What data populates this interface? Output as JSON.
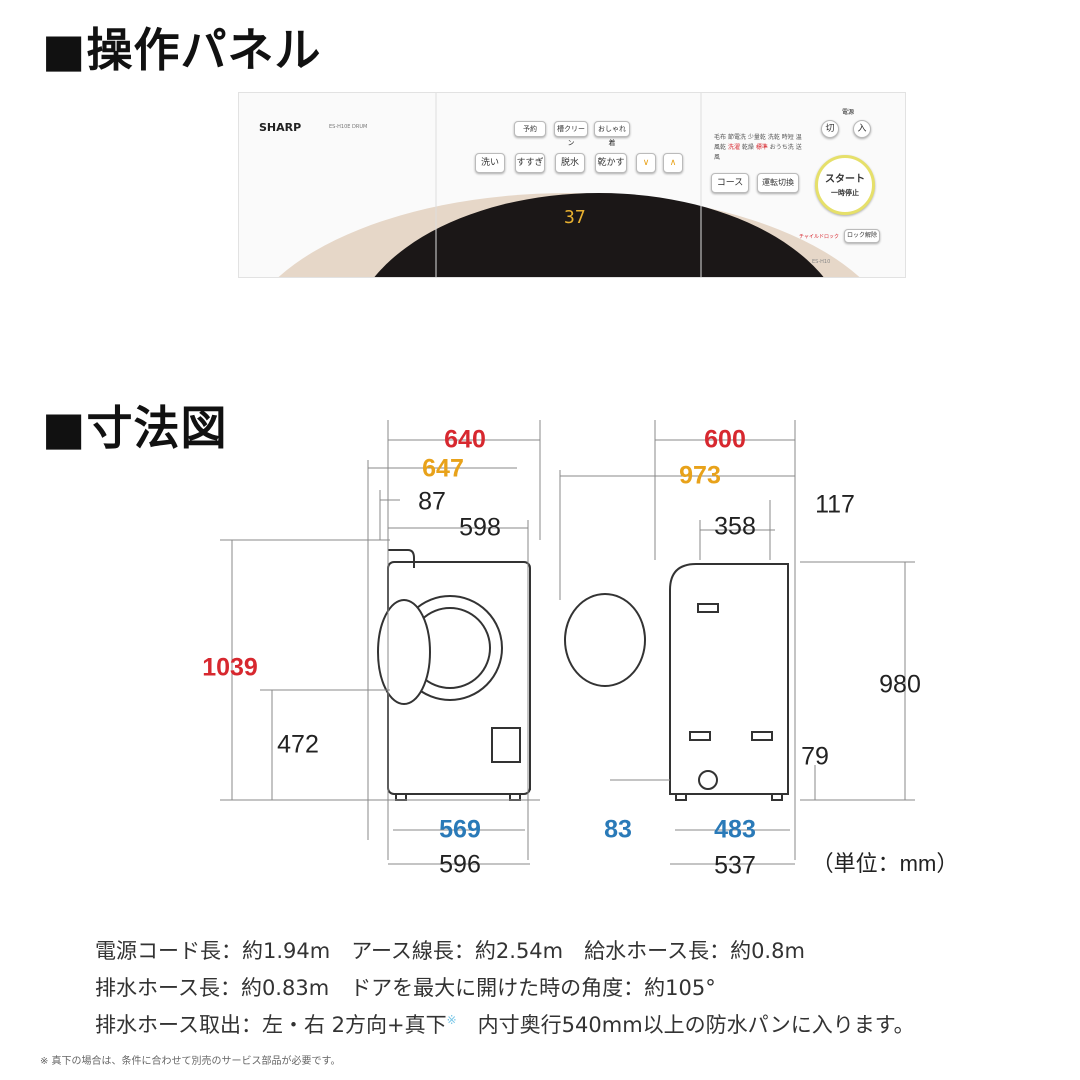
{
  "sections": {
    "panel_title": "■操作パネル",
    "dims_title": "■寸法図"
  },
  "panel": {
    "brand": "SHARP",
    "model": "ES-H10E DRUM",
    "top_buttons": [
      "予約",
      "槽クリーン",
      "おしゃれ着"
    ],
    "process_buttons": [
      "洗い",
      "すすぎ",
      "脱水",
      "乾かす"
    ],
    "arrows": [
      "∨",
      "∧"
    ],
    "display": "37",
    "course_labels": [
      "毛布",
      "節電洗",
      "少量乾",
      "洗乾",
      "時短",
      "温風乾",
      "洗濯",
      "乾燥",
      "標準",
      "おうち洗",
      "送風"
    ],
    "course_button": "コース",
    "mode_button": "運転切換",
    "power_label": "電源",
    "off": "切",
    "on": "入",
    "start": "スタート",
    "pause": "一時停止",
    "child_lock": "チャイルドロック",
    "lock_button": "ロック解除",
    "model_small": "ES-H10"
  },
  "dimensions": {
    "front": {
      "width_top": "640",
      "width_max": "647",
      "offset": "87",
      "body_top": "598",
      "height_total": "1039",
      "door_height": "472",
      "base_inner": "569",
      "base_outer": "596"
    },
    "side": {
      "depth_top": "600",
      "depth_max": "973",
      "offset": "117",
      "hose": "358",
      "height": "980",
      "bottom": "79",
      "gap": "83",
      "base_inner": "483",
      "base_outer": "537"
    },
    "unit": "（単位：mm）"
  },
  "colors": {
    "red": "#d7282f",
    "orange": "#e8a21a",
    "blue": "#2a7ab8"
  },
  "specs": [
    "電源コード長：約1.94m　アース線長：約2.54m　給水ホース長：約0.8m",
    "排水ホース長：約0.83m　ドアを最大に開けた時の角度：約105°",
    "排水ホース取出：左・右 2方向+真下"
  ],
  "specs_mark": "※",
  "specs_tail": "　内寸奥行540mm以上の防水パンに入ります。",
  "footnote": "※ 真下の場合は、条件に合わせて別売のサービス部品が必要です。"
}
